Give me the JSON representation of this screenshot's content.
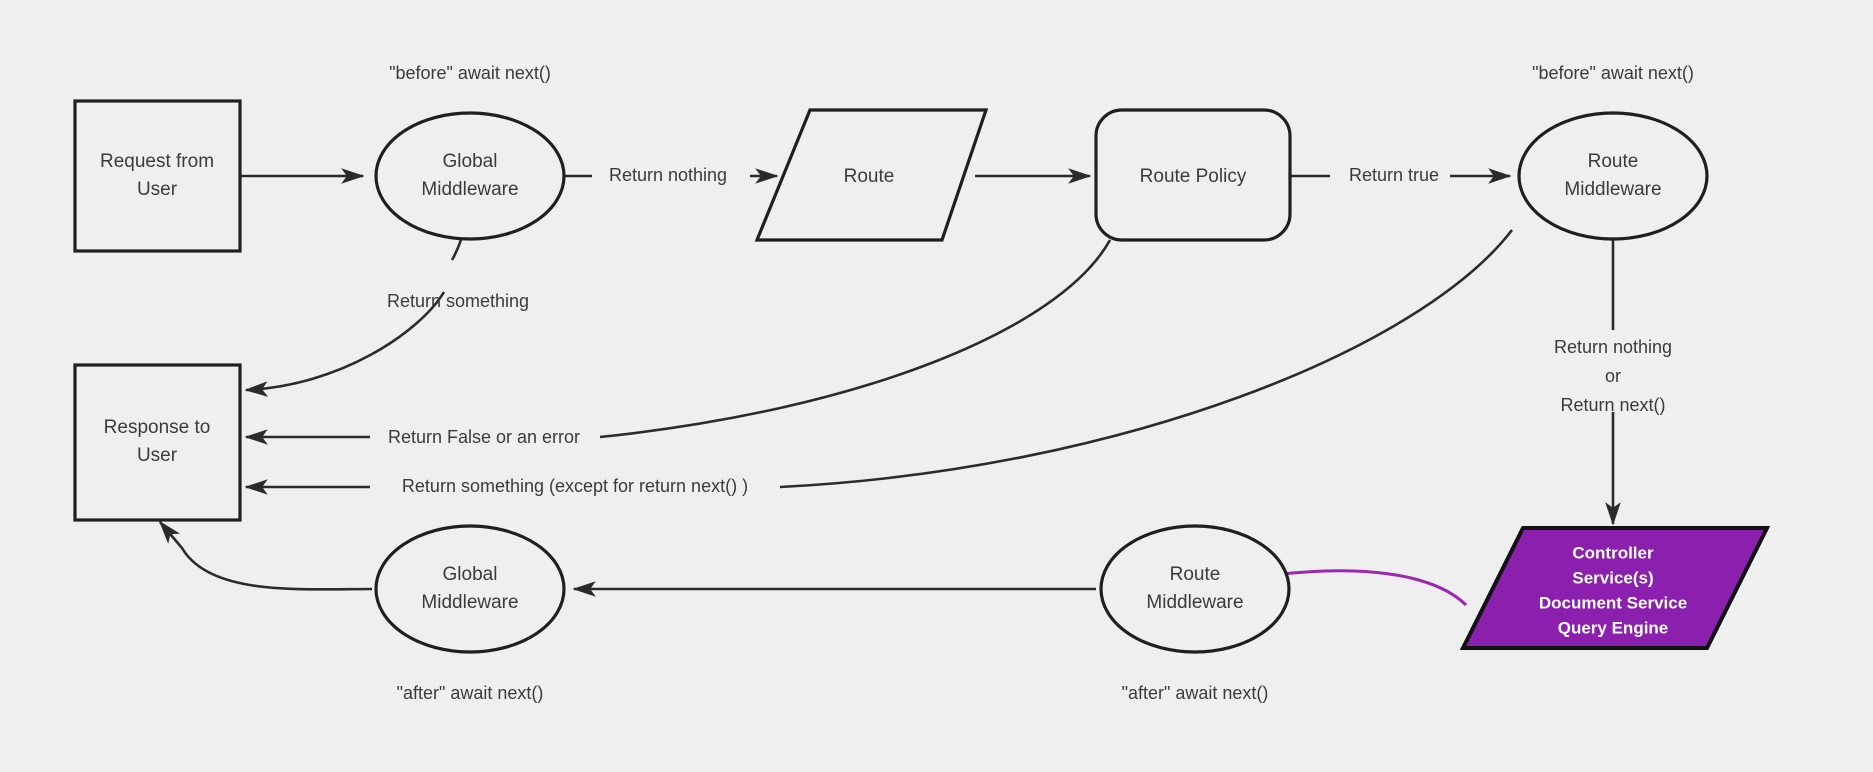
{
  "diagram": {
    "title": "Request lifecycle middleware flow",
    "background_color": "#efefef",
    "stroke_color": "#2b2b2b",
    "text_color": "#3b3b3b",
    "accent_color": "#8b1fae"
  },
  "nodes": {
    "request_from_user": {
      "line1": "Request from",
      "line2": "User",
      "shape": "rectangle"
    },
    "global_middleware_top": {
      "line1": "Global",
      "line2": "Middleware",
      "shape": "ellipse"
    },
    "route": {
      "line1": "Route",
      "shape": "parallelogram"
    },
    "route_policy": {
      "line1": "Route Policy",
      "shape": "rounded-rectangle"
    },
    "route_middleware_top": {
      "line1": "Route",
      "line2": "Middleware",
      "shape": "ellipse"
    },
    "controller": {
      "line1": "Controller",
      "line2": "Service(s)",
      "line3": "Document Service",
      "line4": "Query Engine",
      "shape": "parallelogram",
      "fill": "#8b1fae"
    },
    "route_middleware_bottom": {
      "line1": "Route",
      "line2": "Middleware",
      "shape": "ellipse"
    },
    "global_middleware_bottom": {
      "line1": "Global",
      "line2": "Middleware",
      "shape": "ellipse"
    },
    "response_to_user": {
      "line1": "Response to",
      "line2": "User",
      "shape": "rectangle"
    }
  },
  "edge_labels": {
    "return_nothing": "Return nothing",
    "return_true": "Return true",
    "return_something": "Return something",
    "return_false_or_error": "Return False or an error",
    "return_something_except": "Return something (except for return next() )",
    "return_nothing_or_next_l1": "Return nothing",
    "return_nothing_or_next_l2": "or",
    "return_nothing_or_next_l3": "Return next()"
  },
  "annotations": {
    "before_await_next_left": "\"before\" await next()",
    "before_await_next_right": "\"before\" await next()",
    "after_await_next_left": "\"after\" await next()",
    "after_await_next_right": "\"after\" await next()"
  }
}
